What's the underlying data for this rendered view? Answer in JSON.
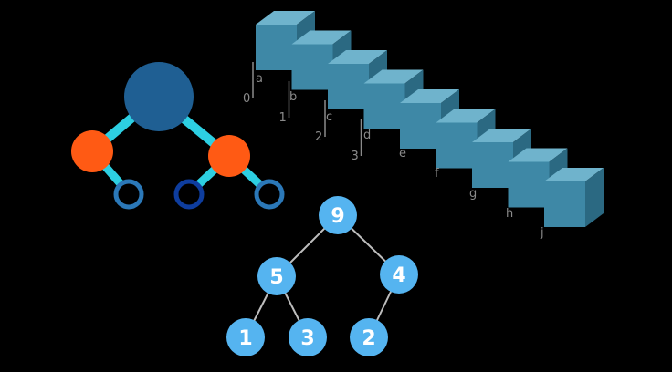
{
  "colors": {
    "background": "#000000",
    "tree_root": "#1f5f93",
    "tree_child": "#ff5a14",
    "tree_edge": "#2dcfe2",
    "tree_leaf_ring": "#2b78b8",
    "tree_leaf_ring_dark": "#0e3d9e",
    "cube_front": "#3e88a6",
    "cube_top": "#6fb3cc",
    "cube_side": "#2b6982",
    "label_gray": "#8a8a8a",
    "heap_node": "#55b4f0",
    "heap_edge": "#bdbdbd"
  },
  "array": {
    "letters": [
      "a",
      "b",
      "c",
      "d",
      "e",
      "f",
      "g",
      "h",
      "j"
    ],
    "indices": [
      "0",
      "1",
      "2",
      "3"
    ]
  },
  "heap": {
    "nodes": [
      "9",
      "5",
      "4",
      "1",
      "3",
      "2"
    ]
  }
}
